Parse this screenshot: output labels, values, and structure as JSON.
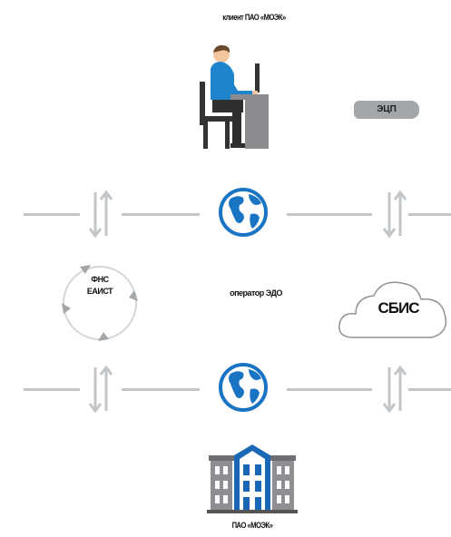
{
  "diagram": {
    "top_caption": "клиент ПАО «МОЭК»",
    "signature_badge": "ЭЦП",
    "center_label": "оператор ЭДО",
    "left_cycle_label_line1": "ФНС",
    "left_cycle_label_line2": "ЕАИСТ",
    "cloud_label": "СБИС",
    "bottom_caption": "ПАО «МОЭК»"
  },
  "colors": {
    "globe_blue": "#1a74c4",
    "line_gray": "#c2c6c8",
    "figure_skin": "#f4c6a0",
    "figure_hair": "#6b4a2b",
    "shirt_blue": "#1e84cc",
    "desk_gray": "#8a8c8f",
    "building_blue": "#1b67b7",
    "building_gray": "#8f8f93"
  }
}
